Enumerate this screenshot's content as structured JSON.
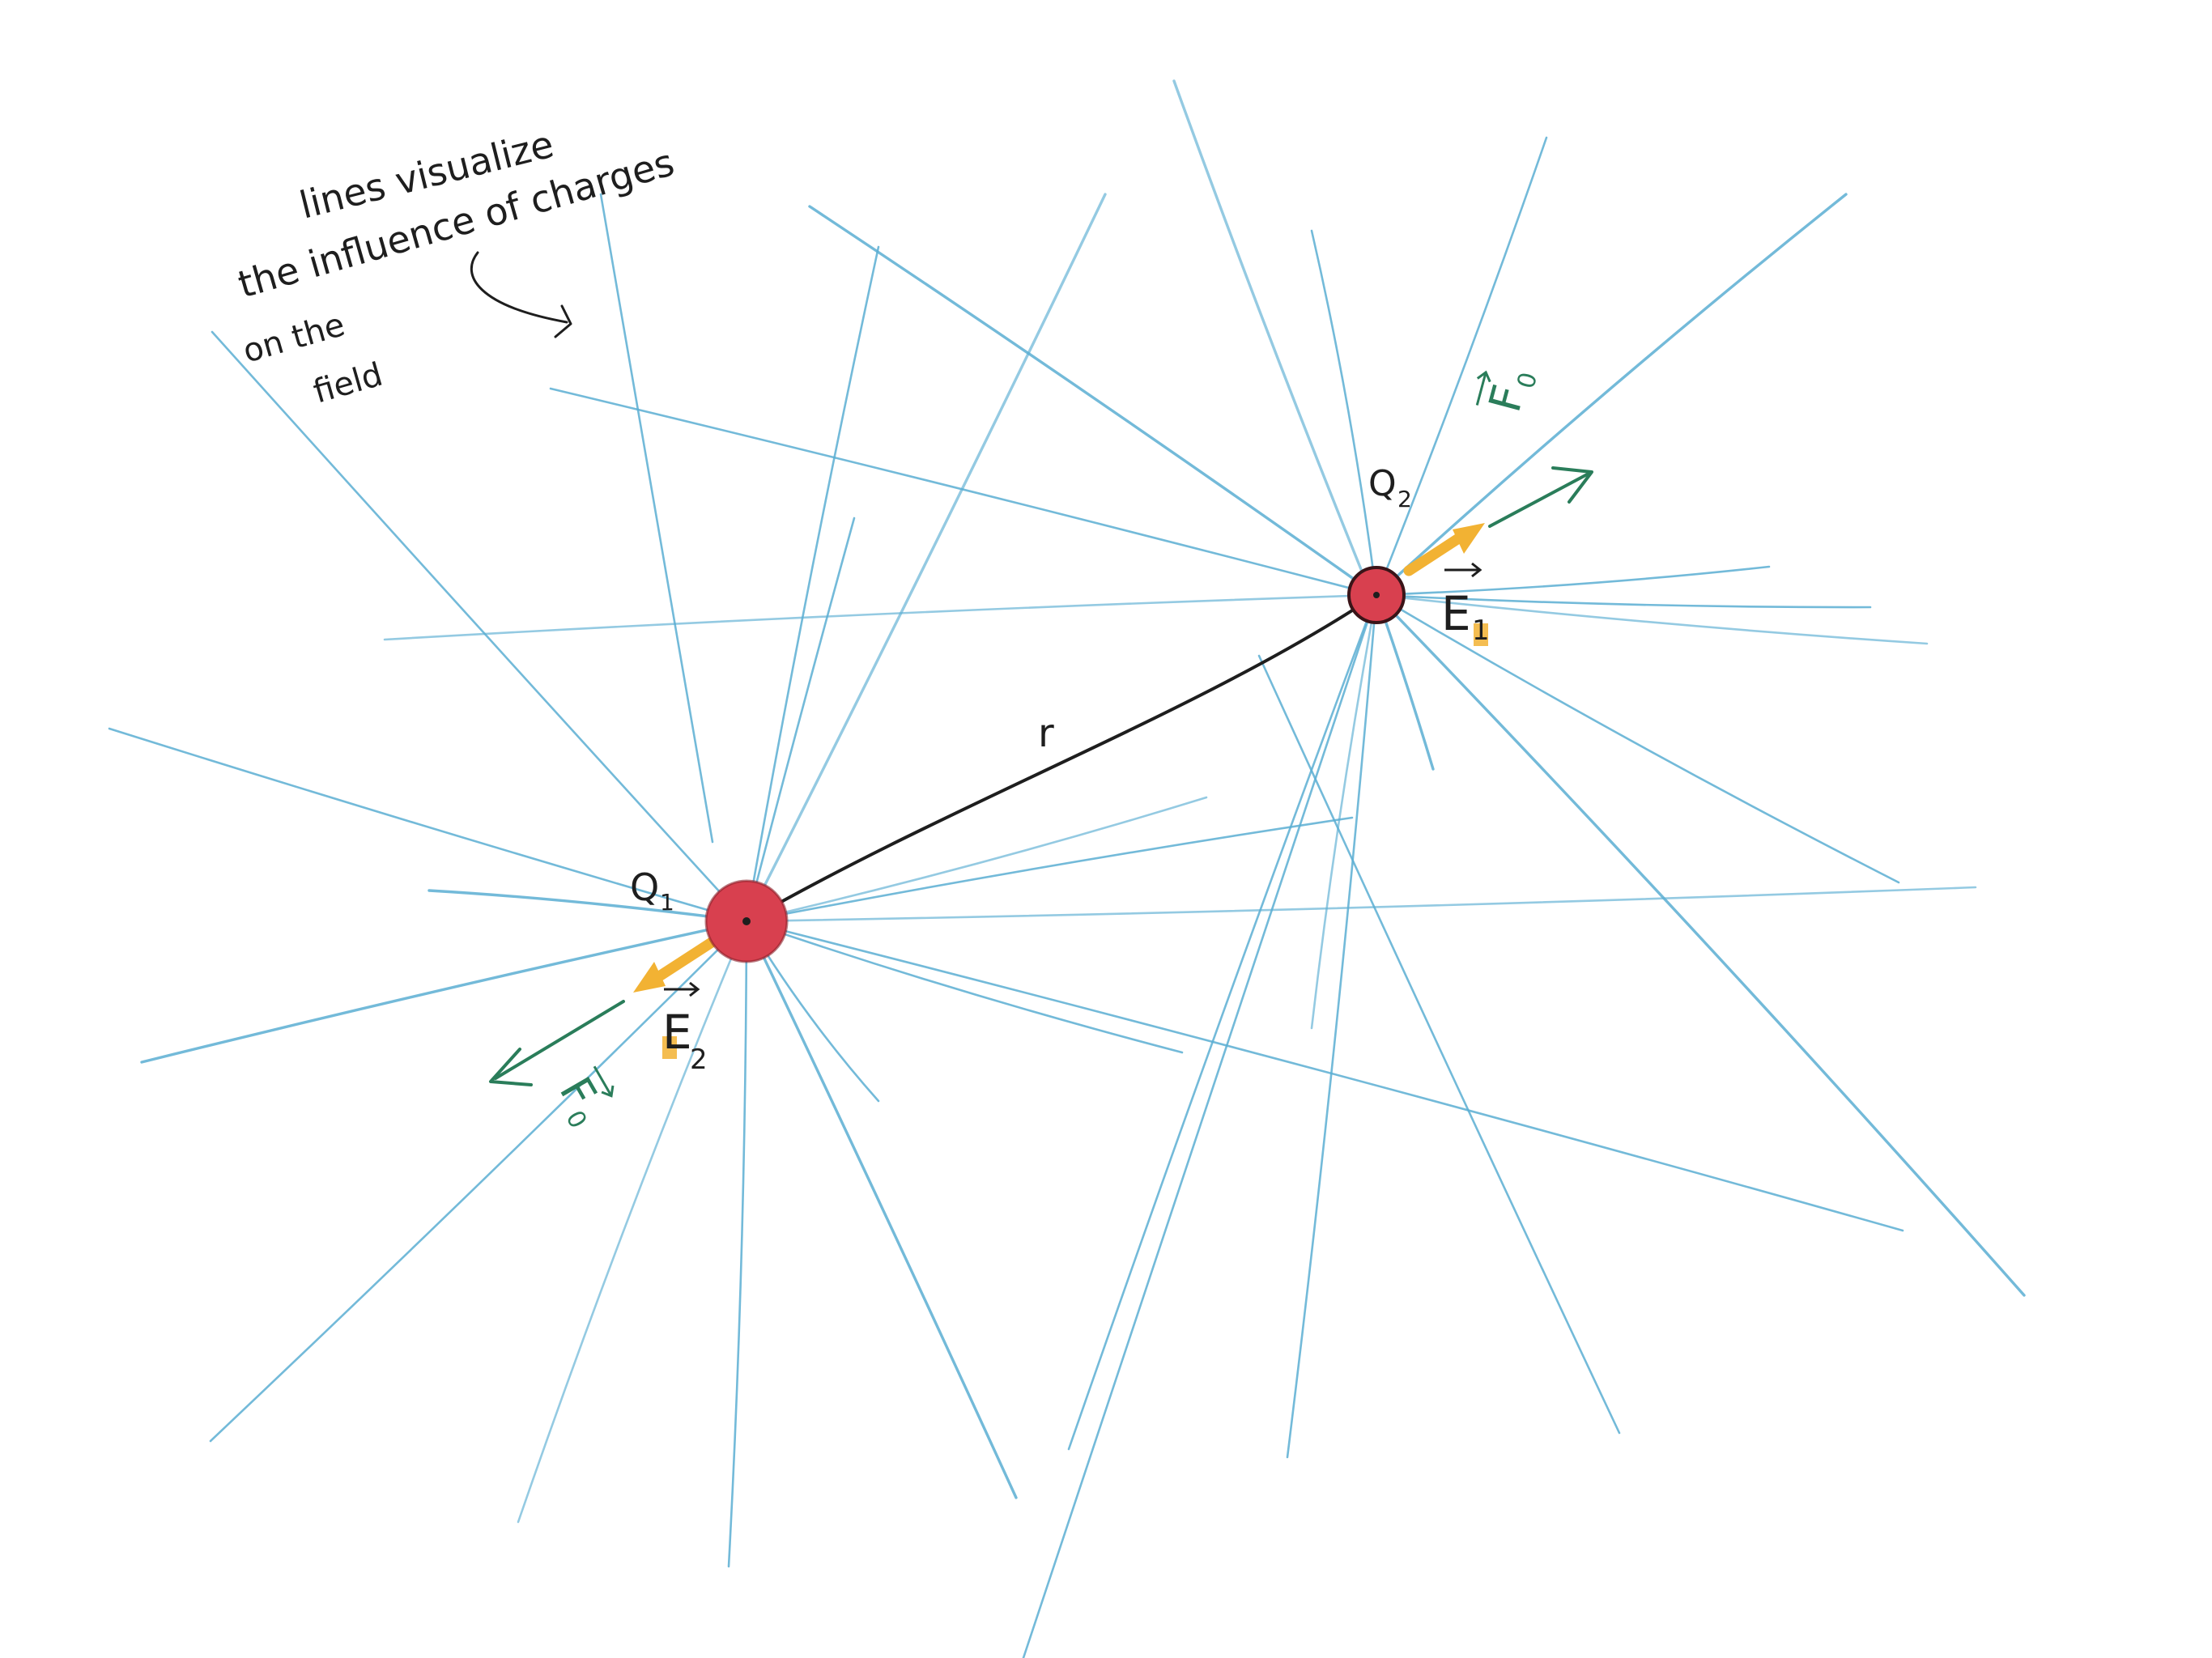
{
  "annotation": {
    "lines": [
      "lines visualize",
      "the influence of charges",
      "on the",
      "field"
    ]
  },
  "labels": {
    "charge_1": "Q",
    "charge_1_sub": "1",
    "charge_2": "Q",
    "charge_2_sub": "2",
    "distance": "r",
    "field_1": "E",
    "field_1_sub": "1",
    "field_2": "E",
    "field_2_sub": "2",
    "force_1": "F",
    "force_1_sub": "0",
    "force_2": "F",
    "force_2_sub": "0"
  },
  "colors": {
    "field_lines": "#5aaed2",
    "charge": "#d8404f",
    "charge_outline": "#3a1418",
    "connector": "#1e1e1e",
    "field_vector": "#f2b233",
    "force_vector": "#2a7d5a",
    "ink": "#1e1e1e"
  }
}
